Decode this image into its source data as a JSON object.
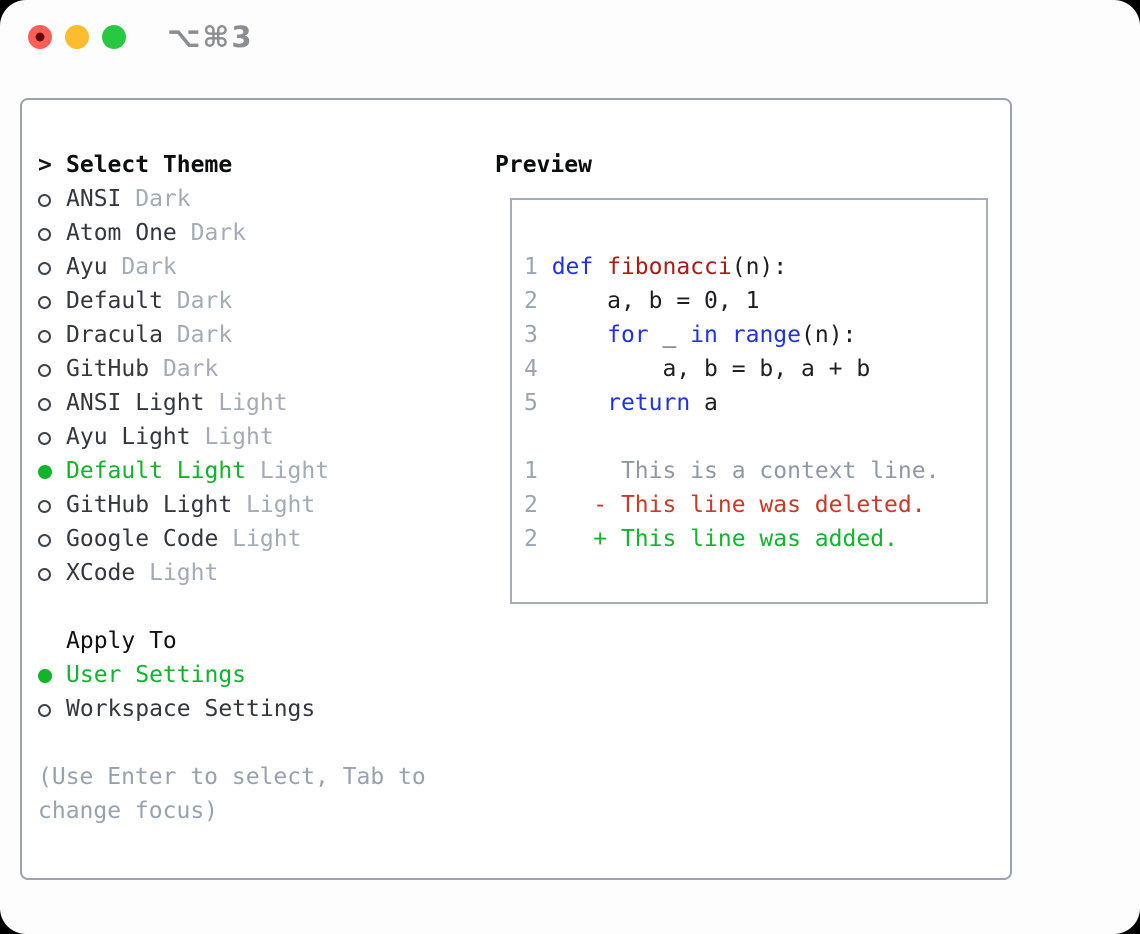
{
  "titlebar": {
    "shortcut_label": "⌥⌘3",
    "traffic_lights": {
      "close": "#ff5f57",
      "minimize": "#febc2e",
      "zoom": "#28c840"
    }
  },
  "theme_panel": {
    "title": "Select Theme",
    "cursor": ">",
    "items": [
      {
        "name": "ANSI",
        "variant": "Dark",
        "selected": false
      },
      {
        "name": "Atom One",
        "variant": "Dark",
        "selected": false
      },
      {
        "name": "Ayu",
        "variant": "Dark",
        "selected": false
      },
      {
        "name": "Default",
        "variant": "Dark",
        "selected": false
      },
      {
        "name": "Dracula",
        "variant": "Dark",
        "selected": false
      },
      {
        "name": "GitHub",
        "variant": "Dark",
        "selected": false
      },
      {
        "name": "ANSI Light",
        "variant": "Light",
        "selected": false
      },
      {
        "name": "Ayu Light",
        "variant": "Light",
        "selected": false
      },
      {
        "name": "Default Light",
        "variant": "Light",
        "selected": true
      },
      {
        "name": "GitHub Light",
        "variant": "Light",
        "selected": false
      },
      {
        "name": "Google Code",
        "variant": "Light",
        "selected": false
      },
      {
        "name": "XCode",
        "variant": "Light",
        "selected": false
      }
    ],
    "apply_to": {
      "title": "Apply To",
      "options": [
        {
          "label": "User Settings",
          "selected": true
        },
        {
          "label": "Workspace Settings",
          "selected": false
        }
      ]
    },
    "help_text": "(Use Enter to select, Tab to change focus)"
  },
  "preview": {
    "title": "Preview",
    "code_lines": [
      [
        [
          "1 ",
          "num"
        ],
        [
          "def ",
          "kw"
        ],
        [
          "fibonacci",
          "fn"
        ],
        [
          "(n):",
          "plain"
        ]
      ],
      [
        [
          "2 ",
          "num"
        ],
        [
          "    a, b = 0, 1",
          "plain"
        ]
      ],
      [
        [
          "3 ",
          "num"
        ],
        [
          "    ",
          "plain"
        ],
        [
          "for",
          "kw"
        ],
        [
          " _ ",
          "plain"
        ],
        [
          "in",
          "kw"
        ],
        [
          " ",
          "plain"
        ],
        [
          "range",
          "kw"
        ],
        [
          "(n):",
          "plain"
        ]
      ],
      [
        [
          "4 ",
          "num"
        ],
        [
          "        a, b = b, a + b",
          "plain"
        ]
      ],
      [
        [
          "5 ",
          "num"
        ],
        [
          "    ",
          "plain"
        ],
        [
          "return",
          "kw"
        ],
        [
          " a",
          "plain"
        ]
      ]
    ],
    "diff_lines": [
      [
        [
          "1",
          "num"
        ],
        [
          "      ",
          "plain"
        ],
        [
          "This is a context line.",
          "ctx"
        ]
      ],
      [
        [
          "2",
          "num"
        ],
        [
          "    ",
          "plain"
        ],
        [
          "- This line was deleted.",
          "del"
        ]
      ],
      [
        [
          "2",
          "num"
        ],
        [
          "    ",
          "plain"
        ],
        [
          "+ This line was added.",
          "add"
        ]
      ]
    ]
  },
  "colors": {
    "selection_green": "#13b32b",
    "keyword_blue": "#2032e2",
    "function_red": "#a81d12",
    "diff_deleted_red": "#c93a28",
    "diff_added_green": "#12b52c",
    "muted_gray": "#9aa4b1",
    "item_text": "#33383f",
    "panel_border": "#9aa3af"
  }
}
